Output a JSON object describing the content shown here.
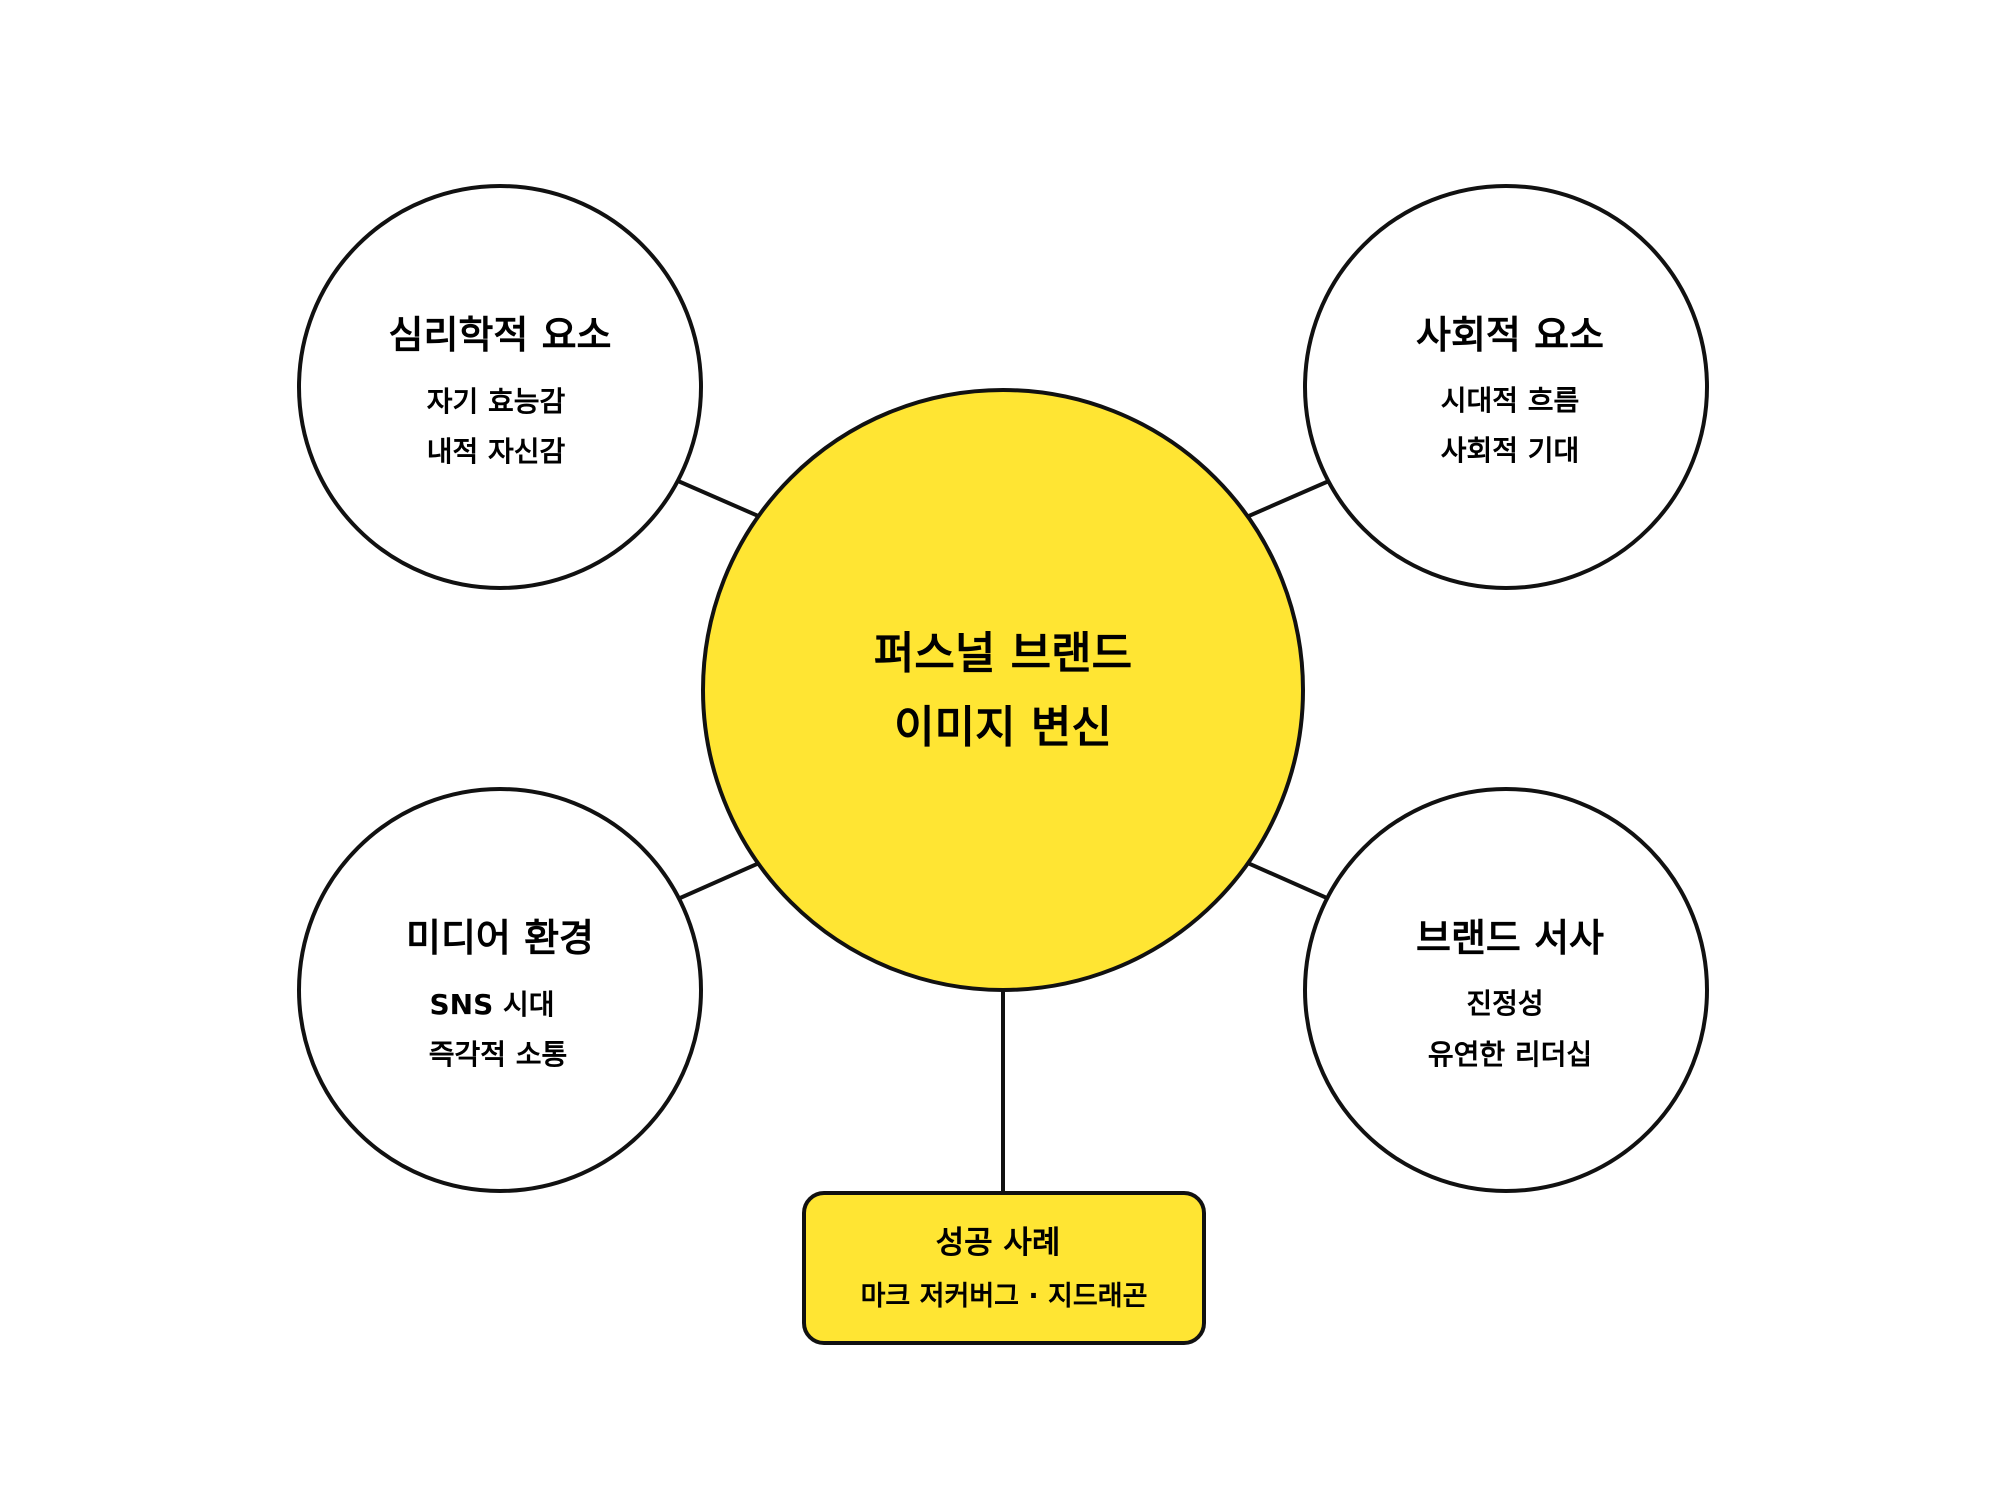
{
  "colors": {
    "accent": "#FFE533",
    "stroke": "#111111",
    "background": "#FFFFFF"
  },
  "center": {
    "line1": "퍼스널 브랜드",
    "line2": "이미지 변신"
  },
  "nodes": {
    "psychological": {
      "title": "심리학적 요소",
      "items": [
        "자기 효능감",
        "내적 자신감"
      ]
    },
    "social": {
      "title": "사회적 요소",
      "items": [
        "시대적 흐름",
        "사회적 기대"
      ]
    },
    "media": {
      "title": "미디어 환경",
      "items": [
        "SNS 시대",
        "즉각적 소통"
      ]
    },
    "narrative": {
      "title": "브랜드 서사",
      "items": [
        "진정성",
        "유연한 리더십"
      ]
    }
  },
  "success": {
    "title": "성공 사례",
    "subtitle": "마크 저커버그 · 지드래곤"
  }
}
